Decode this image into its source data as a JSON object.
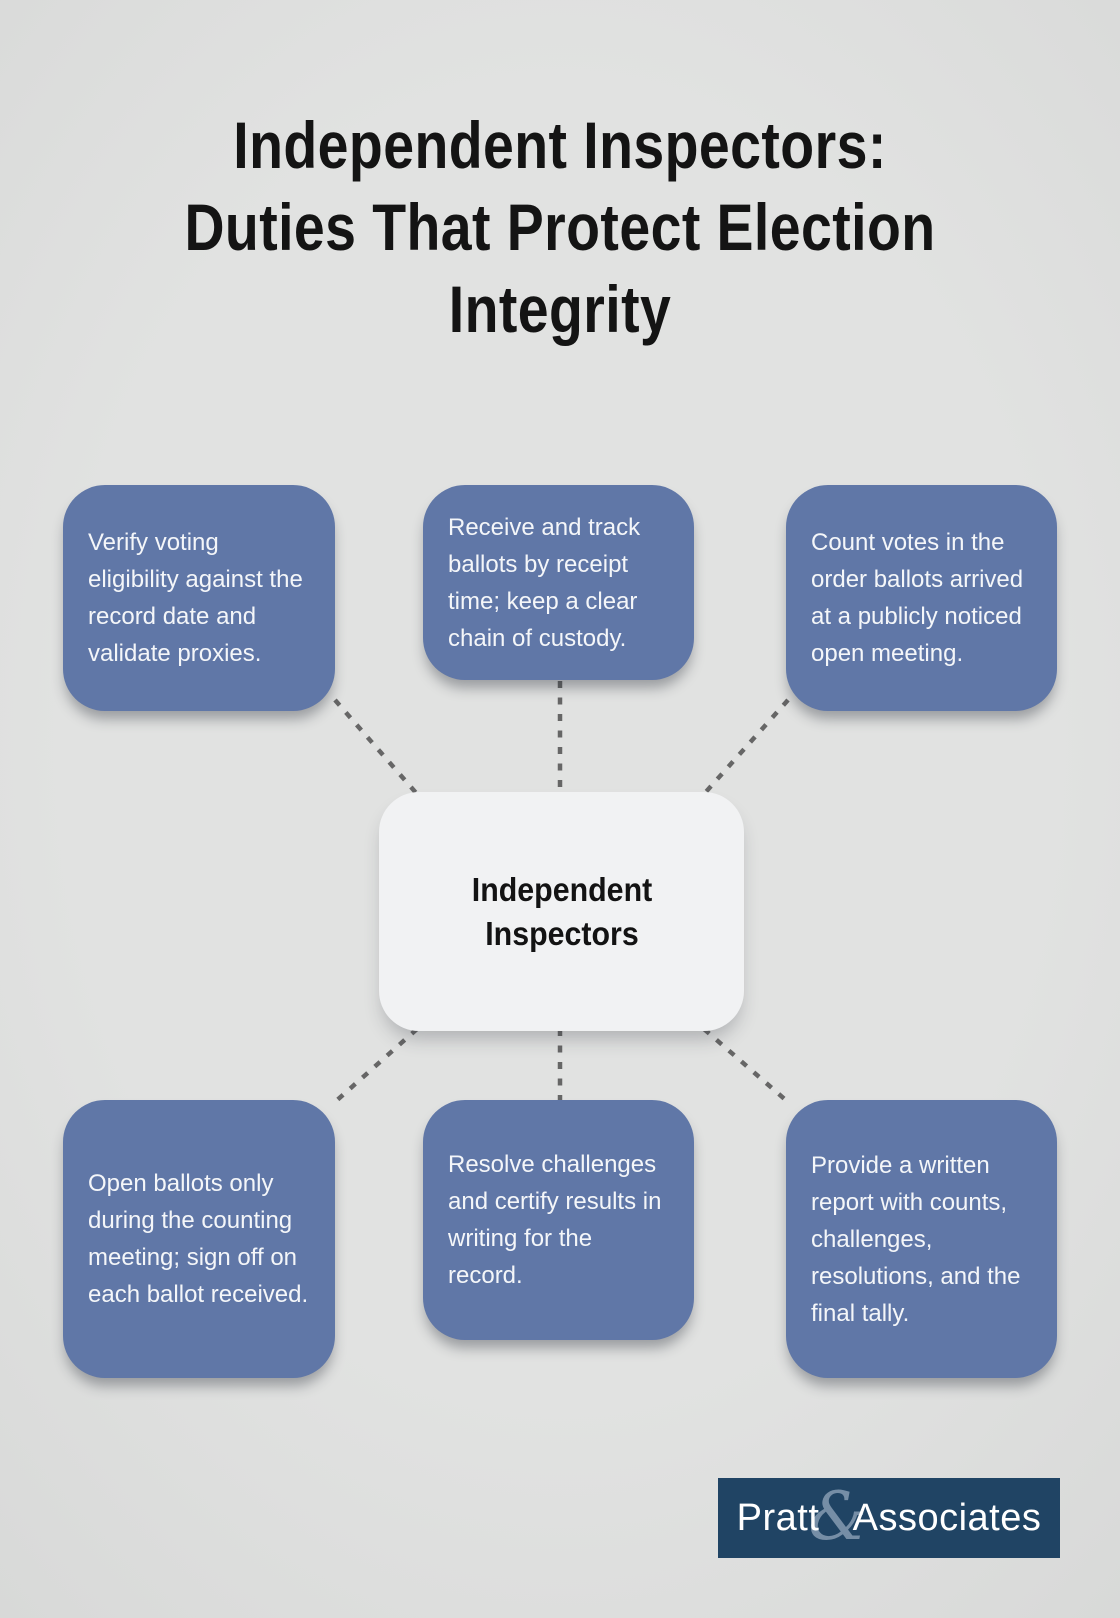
{
  "title": {
    "lines": [
      "Independent Inspectors:",
      "Duties That Protect Election",
      "Integrity"
    ]
  },
  "center": {
    "label": "Independent Inspectors"
  },
  "duties": [
    {
      "position": "top-left",
      "text": "Verify voting eligibility against the record date and validate proxies."
    },
    {
      "position": "top-middle",
      "text": "Receive and track ballots by receipt time; keep a clear chain of custody."
    },
    {
      "position": "top-right",
      "text": "Count votes in the order ballots arrived at a publicly noticed open meeting."
    },
    {
      "position": "bottom-left",
      "text": "Open ballots only during the counting meeting; sign off on each ballot received."
    },
    {
      "position": "bottom-middle",
      "text": "Resolve challenges and certify results in writing for the record."
    },
    {
      "position": "bottom-right",
      "text": "Provide a written report with counts, challenges, resolutions, and the final tally."
    }
  ],
  "logo": {
    "name_left": "Pratt",
    "ampersand": "&",
    "name_right": "Associates"
  },
  "colors": {
    "background": "#E1E2E1",
    "duty_box": "#6077A7",
    "duty_text": "#F4F6F9",
    "center_box": "#F1F2F3",
    "center_text": "#131313",
    "connector": "#565656",
    "logo_background": "#204464",
    "logo_text": "#FFFFFF"
  }
}
